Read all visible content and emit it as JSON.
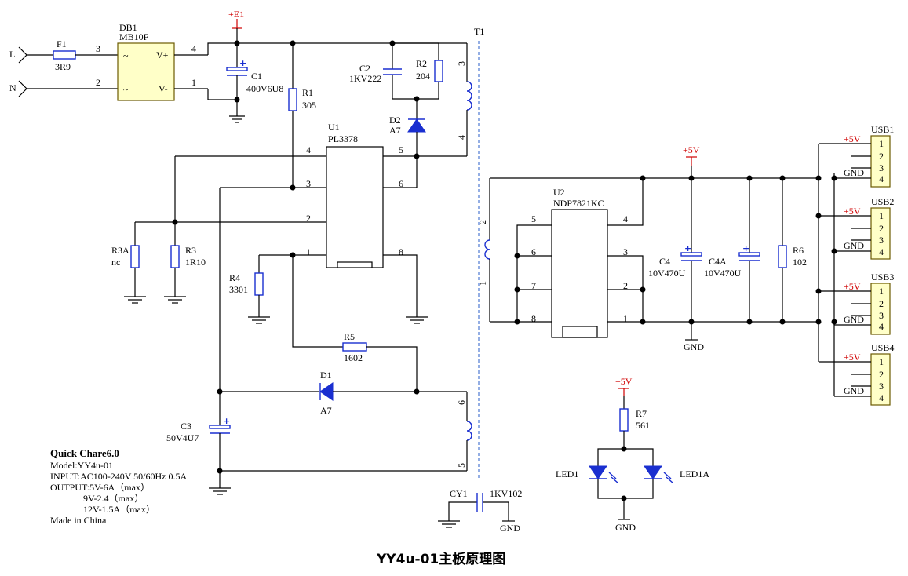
{
  "title": "YY4u-01主板原理图",
  "info": {
    "heading": "Quick Chare6.0",
    "lines": [
      "Model:YY4u-01",
      "INPUT:AC100-240V 50/60Hz 0.5A",
      "OUTPUT:5V-6A（max）",
      "9V-2.4（max）",
      "12V-1.5A（max）",
      "Made in China"
    ]
  },
  "inputs": {
    "L": "L",
    "N": "N"
  },
  "parts": {
    "F1": {
      "ref": "F1",
      "value": "3R9"
    },
    "DB1": {
      "ref": "DB1",
      "value": "MB10F",
      "pin3": "3",
      "pin4": "4",
      "pin2": "2",
      "pin1": "1",
      "tilde": "~",
      "vplus": "V+",
      "vminus": "V-"
    },
    "C1": {
      "ref": "C1",
      "value": "400V6U8"
    },
    "R1": {
      "ref": "R1",
      "value": "305"
    },
    "C2": {
      "ref": "C2",
      "value": "1KV222"
    },
    "R2": {
      "ref": "R2",
      "value": "204"
    },
    "D2": {
      "ref": "D2",
      "value": "A7"
    },
    "T1": {
      "ref": "T1",
      "pins": [
        "3",
        "4",
        "6",
        "5",
        "2",
        "1"
      ]
    },
    "U1": {
      "ref": "U1",
      "value": "PL3378",
      "pins": [
        "4",
        "3",
        "2",
        "1",
        "5",
        "6",
        "8"
      ]
    },
    "R3A": {
      "ref": "R3A",
      "value": "nc"
    },
    "R3": {
      "ref": "R3",
      "value": "1R10"
    },
    "R4": {
      "ref": "R4",
      "value": "3301"
    },
    "R5": {
      "ref": "R5",
      "value": "1602"
    },
    "D1": {
      "ref": "D1",
      "value": "A7"
    },
    "C3": {
      "ref": "C3",
      "value": "50V4U7"
    },
    "U2": {
      "ref": "U2",
      "value": "NDP7821KC",
      "pins": [
        "5",
        "6",
        "7",
        "8",
        "4",
        "3",
        "2",
        "1"
      ]
    },
    "C4": {
      "ref": "C4",
      "value": "10V470U"
    },
    "C4A": {
      "ref": "C4A",
      "value": "10V470U"
    },
    "R6": {
      "ref": "R6",
      "value": "102"
    },
    "R7": {
      "ref": "R7",
      "value": "561"
    },
    "LED1": {
      "ref": "LED1"
    },
    "LED1A": {
      "ref": "LED1A"
    },
    "CY1": {
      "ref": "CY1",
      "value": "1KV102"
    }
  },
  "nets": {
    "e1": "+E1",
    "v5": "+5V",
    "gnd": "GND"
  },
  "usb": [
    {
      "ref": "USB1",
      "pins": [
        "1",
        "2",
        "3",
        "4"
      ]
    },
    {
      "ref": "USB2",
      "pins": [
        "1",
        "2",
        "3",
        "4"
      ]
    },
    {
      "ref": "USB3",
      "pins": [
        "1",
        "2",
        "3",
        "4"
      ]
    },
    {
      "ref": "USB4",
      "pins": [
        "1",
        "2",
        "3",
        "4"
      ]
    }
  ],
  "colors": {
    "symbol": "#1a2fd0",
    "power_net": "#d00000",
    "connector_fill": "#ffffc8"
  }
}
